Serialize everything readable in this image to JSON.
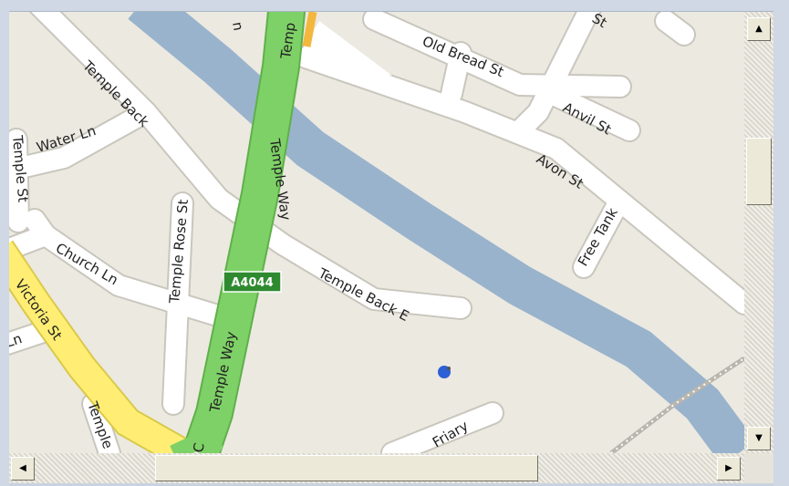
{
  "map": {
    "labels": {
      "temple_way_top": "Temp",
      "temple_way_mid": "Temple Way",
      "temple_way_low": "Temple Way",
      "old_bread_st": "Old Bread St",
      "anvil_st": "Anvil St",
      "avon_st": "Avon St",
      "free_tank": "Free Tank",
      "temple_back": "Temple Back",
      "water_ln": "Water Ln",
      "temple_st": "Temple St",
      "temple_rose_st": "Temple Rose St",
      "church_ln": "Church Ln",
      "victoria_st": "Victoria St",
      "temple_back_e": "Temple Back E",
      "friary": "Friary",
      "ln_fragment": "Ln",
      "temple_fragment": "Temple",
      "n_fragment": "n",
      "st_fragment": "St",
      "c_fragment": "C"
    },
    "route_shield": "A4044",
    "colors": {
      "land": "#ece9e1",
      "river": "#99b3cc",
      "major_road": "#7ed166",
      "secondary_road": "#ffee73",
      "minor_road": "#ffffff",
      "marker": "#2d5fd6"
    }
  },
  "scrollbars": {
    "up_arrow": "▲",
    "down_arrow": "▼",
    "left_arrow": "◀",
    "right_arrow": "▶"
  }
}
